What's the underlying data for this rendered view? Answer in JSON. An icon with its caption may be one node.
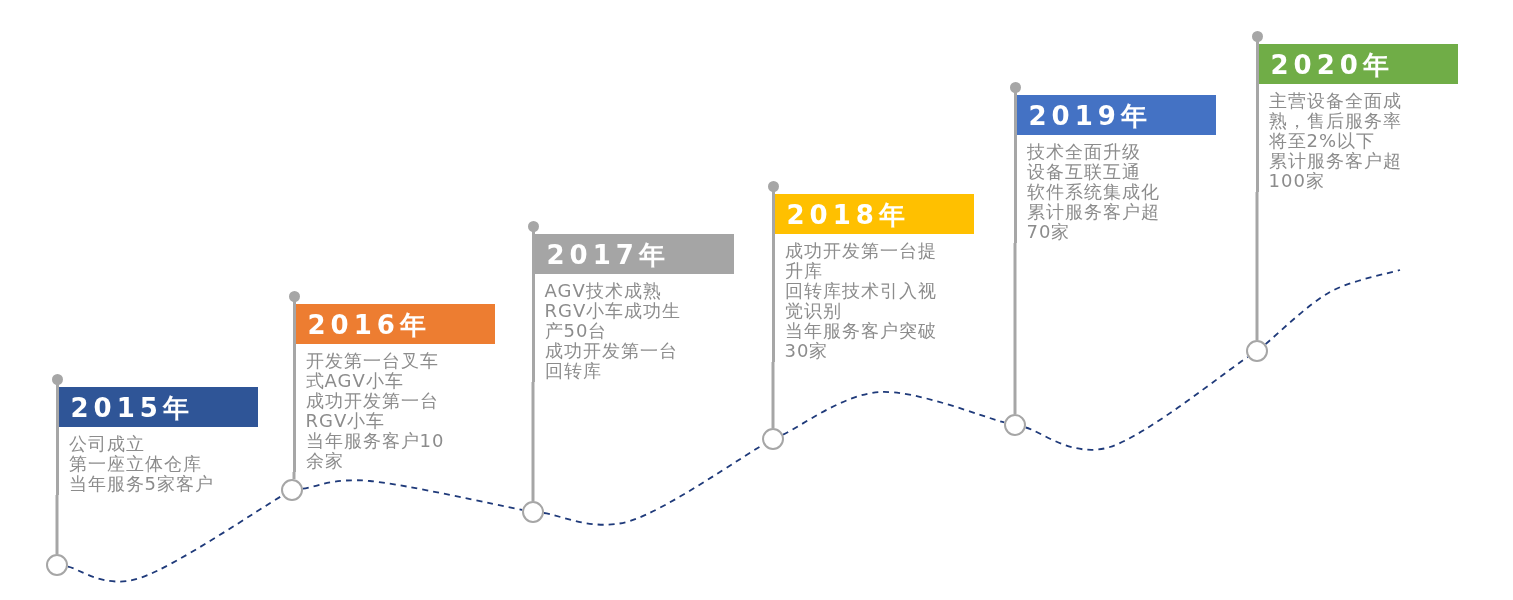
{
  "diagram": {
    "nodes": [
      {
        "text": [
          "2015年",
          "公司成立",
          "第一座立体仓库",
          "当年服务5家客户"
        ]
      },
      {
        "text": [
          "2016年",
          "开发第一台叉车式AGV小车",
          "成功开发第一台RGV小车",
          "当年服务客户10余家"
        ]
      },
      {
        "text": [
          "2017年",
          "AGV技术成熟",
          "RGV小车成功生产50台",
          "成功开发第一台回转库"
        ]
      },
      {
        "text": [
          "2018年",
          "成功开发第一台提升库",
          "回转库技术引入视觉识别",
          "当年服务客户突破30家"
        ]
      },
      {
        "text": [
          "2019年",
          "技术全面升级",
          "设备互联互通",
          "软件系统集成化",
          "累计服务客户超70家"
        ]
      },
      {
        "text": [
          "2020年",
          "主营设备全面成熟，售后服务率将至2%以下",
          "累计服务客户超100家"
        ]
      },
      {
        "text": [],
        "shape": "circle"
      },
      {
        "text": [],
        "shape": "circle"
      },
      {
        "text": [],
        "shape": "circle"
      },
      {
        "text": [],
        "shape": "circle"
      },
      {
        "text": [],
        "shape": "circle"
      },
      {
        "text": [],
        "shape": "circle"
      }
    ],
    "edges": [
      {
        "from": 6,
        "to": 0,
        "arrow": "none"
      },
      {
        "from": 7,
        "to": 1,
        "arrow": "none"
      },
      {
        "from": 8,
        "to": 2,
        "arrow": "none"
      },
      {
        "from": 9,
        "to": 3,
        "arrow": "none"
      },
      {
        "from": 10,
        "to": 4,
        "arrow": "none"
      },
      {
        "from": 11,
        "to": 5,
        "arrow": "none"
      },
      {
        "from": 6,
        "to": 7,
        "arrow": "none",
        "style": "dashed",
        "color": "#1f3a7a"
      },
      {
        "from": 7,
        "to": 8,
        "arrow": "none",
        "style": "dashed",
        "color": "#1f3a7a"
      },
      {
        "from": 8,
        "to": 9,
        "arrow": "none",
        "style": "dashed",
        "color": "#1f3a7a"
      },
      {
        "from": 9,
        "to": 10,
        "arrow": "none",
        "style": "dashed",
        "color": "#1f3a7a"
      },
      {
        "from": 10,
        "to": 11,
        "arrow": "none",
        "style": "dashed",
        "color": "#1f3a7a"
      },
      {
        "from": 11,
        "to": null,
        "arrow": "none",
        "style": "dashed",
        "color": "#1f3a7a"
      }
    ]
  }
}
